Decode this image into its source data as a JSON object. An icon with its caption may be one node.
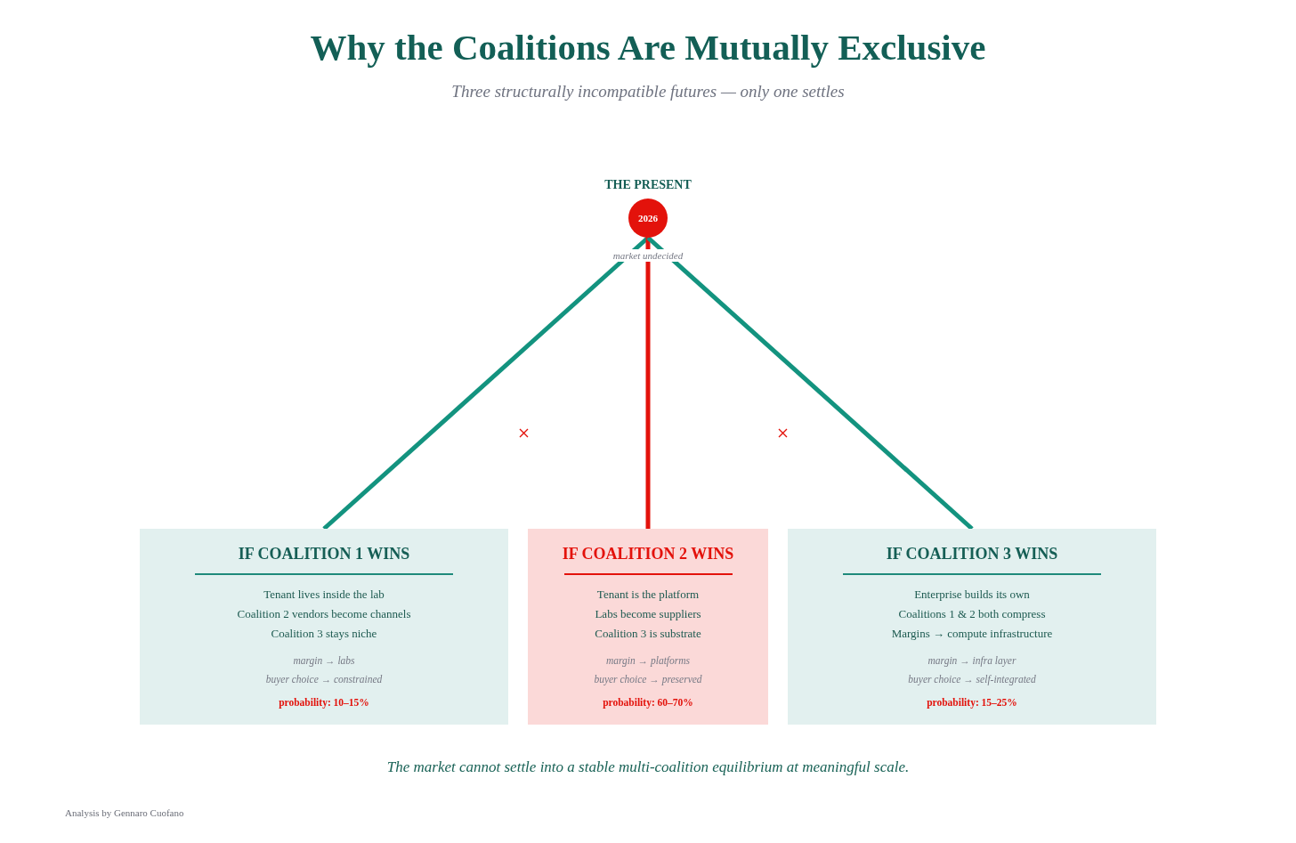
{
  "diagram": {
    "title": "Why the Coalitions Are Mutually Exclusive",
    "caption": "The market cannot settle into a stable multi-coalition equilibrium at meaningful scale.",
    "nodes": [
      {
        "text": [
          "THE PRESENT",
          "2026"
        ],
        "beside": [
          "market undecided"
        ]
      },
      {
        "text": [
          "IF COALITION 1 WINS",
          "Tenant lives inside the lab",
          "Coalition 2 vendors become channels",
          "Coalition 3 stays niche",
          "margin → labs",
          "buyer choice → constrained",
          "probability: 10–15%"
        ]
      },
      {
        "text": [
          "IF COALITION 2 WINS",
          "Tenant is the platform",
          "Labs become suppliers",
          "Coalition 3 is substrate",
          "margin → platforms",
          "buyer choice → preserved",
          "probability: 60–70%"
        ]
      },
      {
        "text": [
          "IF COALITION 3 WINS",
          "Enterprise builds its own",
          "Coalitions 1 & 2 both compress",
          "Margins → compute infrastructure",
          "margin → infra layer",
          "buyer choice → self-integrated",
          "probability: 15–25%"
        ]
      }
    ],
    "edges": [
      {
        "from": 0,
        "to": 1,
        "arrow": "none"
      },
      {
        "from": 0,
        "to": 2,
        "arrow": "none",
        "color": "#e3120b"
      },
      {
        "from": 0,
        "to": 3,
        "arrow": "none"
      }
    ],
    "labels": [
      "Three structurally incompatible futures — only one settles",
      "Analysis by Gennaro Cuofano"
    ]
  }
}
